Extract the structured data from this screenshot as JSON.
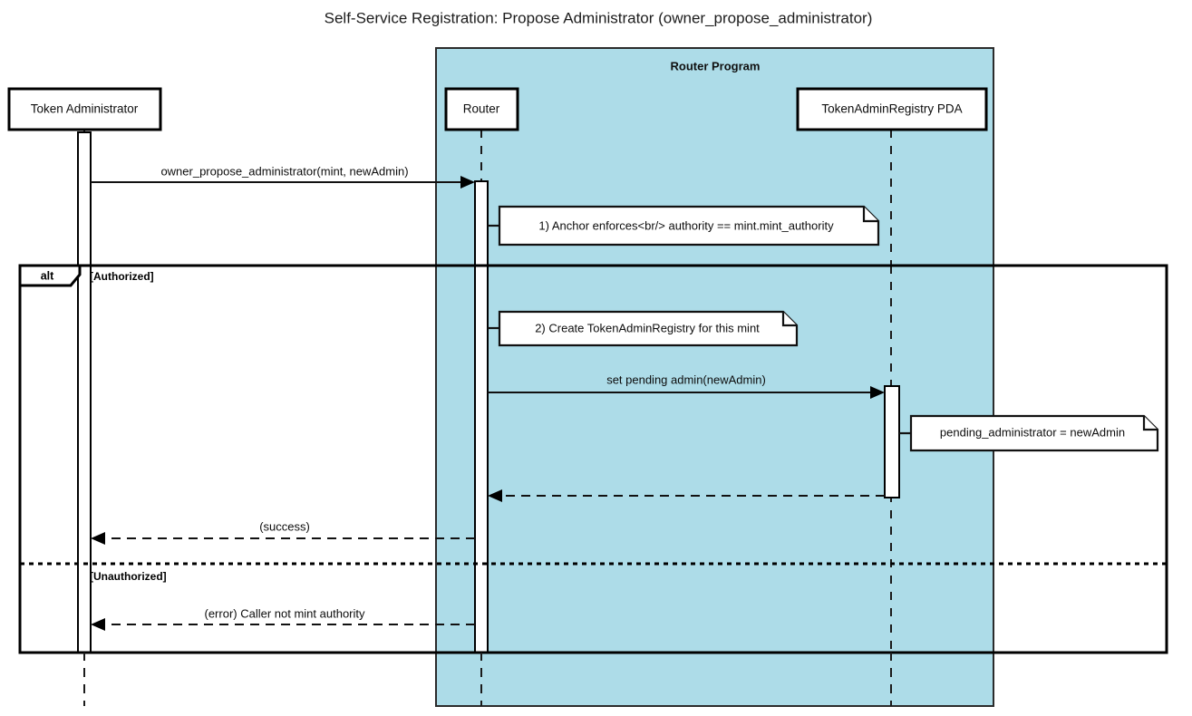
{
  "diagram": {
    "title": "Self-Service Registration: Propose Administrator (owner_propose_administrator)",
    "type": "uml-sequence-diagram",
    "colors": {
      "band_fill": "#addce8",
      "box_fill": "#ffffff",
      "stroke": "#000000",
      "canvas": "#ffffff"
    }
  },
  "band": {
    "label": "Router Program"
  },
  "participants": [
    {
      "id": "token-administrator",
      "label": "Token Administrator"
    },
    {
      "id": "router",
      "label": "Router"
    },
    {
      "id": "token-admin-registry-pda",
      "label": "TokenAdminRegistry PDA"
    }
  ],
  "messages": [
    {
      "id": "msg-propose",
      "label": "owner_propose_administrator(mint, newAdmin)",
      "from": "token-administrator",
      "to": "router",
      "style": "solid"
    },
    {
      "id": "msg-set-pending-admin",
      "label": "set pending admin(newAdmin)",
      "from": "router",
      "to": "token-admin-registry-pda",
      "style": "solid"
    },
    {
      "id": "msg-registry-return",
      "label": "",
      "from": "token-admin-registry-pda",
      "to": "router",
      "style": "dashed"
    },
    {
      "id": "msg-success",
      "label": "(success)",
      "from": "router",
      "to": "token-administrator",
      "style": "dashed"
    },
    {
      "id": "msg-error",
      "label": "(error) Caller not mint authority",
      "from": "router",
      "to": "token-administrator",
      "style": "dashed"
    }
  ],
  "notes": [
    {
      "id": "note-anchor-enforces",
      "text": "1) Anchor enforces<br/> authority == mint.mint_authority",
      "attached_to": "router"
    },
    {
      "id": "note-create-registry",
      "text": "2) Create TokenAdminRegistry for this mint",
      "attached_to": "router"
    },
    {
      "id": "note-pending-administrator",
      "text": "pending_administrator = newAdmin",
      "attached_to": "token-admin-registry-pda"
    }
  ],
  "fragment": {
    "operator": "alt",
    "guards": [
      {
        "id": "guard-authorized",
        "label": "[Authorized]"
      },
      {
        "id": "guard-unauthorized",
        "label": "[Unauthorized]"
      }
    ]
  }
}
